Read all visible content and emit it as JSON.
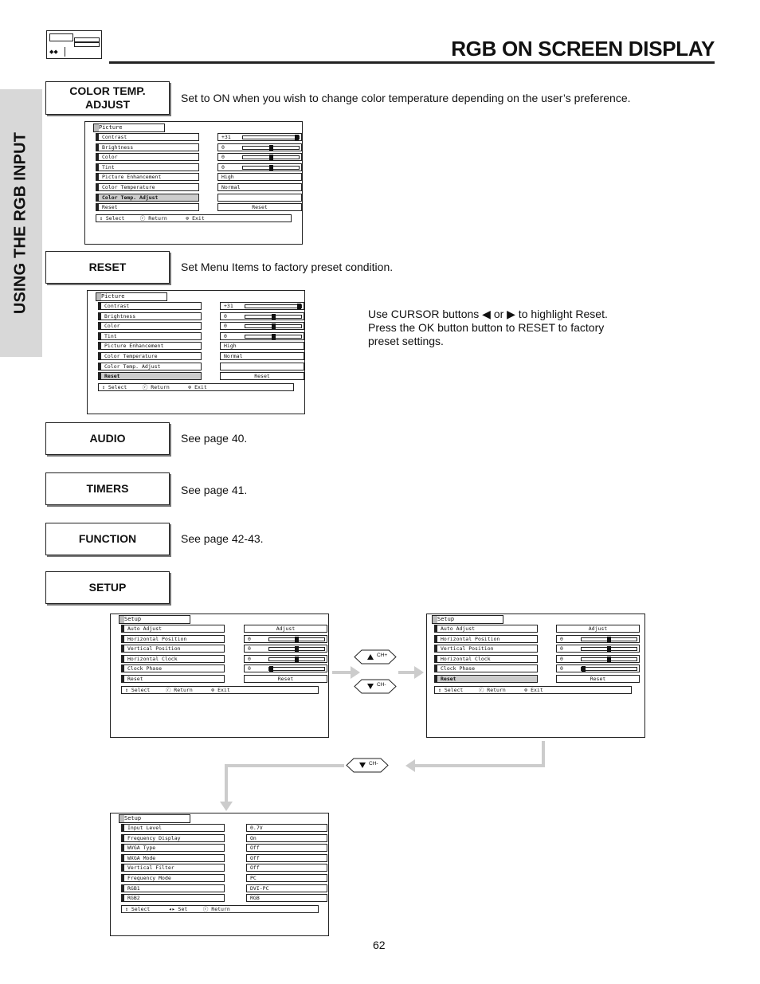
{
  "header": {
    "title": "RGB ON SCREEN DISPLAY",
    "side_tab": "USING THE RGB INPUT"
  },
  "sections": {
    "color_temp": {
      "label_line1": "COLOR TEMP.",
      "label_line2": "ADJUST",
      "desc": "Set to ON when you wish to change color temperature depending on the user’s preference."
    },
    "reset": {
      "label": "RESET",
      "desc": "Set Menu Items to factory preset condition.",
      "note_line1": "Use CURSOR buttons ◀ or ▶ to highlight Reset.",
      "note_line2": "Press the OK button button to RESET to factory",
      "note_line3": "preset settings."
    },
    "audio": {
      "label": "AUDIO",
      "desc": "See page 40."
    },
    "timers": {
      "label": "TIMERS",
      "desc": "See page 41."
    },
    "function": {
      "label": "FUNCTION",
      "desc": "See page 42-43."
    },
    "setup": {
      "label": "SETUP"
    }
  },
  "picture_menu": {
    "title": "Picture",
    "items": [
      {
        "label": "Contrast",
        "value": "+31",
        "level": 1.0
      },
      {
        "label": "Brightness",
        "value": "0",
        "level": 0.5
      },
      {
        "label": "Color",
        "value": "0",
        "level": 0.5
      },
      {
        "label": "Tint",
        "value": "0",
        "level": 0.5
      },
      {
        "label": "Picture Enhancement",
        "value": "High"
      },
      {
        "label": "Color Temperature",
        "value": "Normal"
      },
      {
        "label": "Color Temp. Adjust",
        "value": ""
      },
      {
        "label": "Reset",
        "value": "Reset"
      }
    ],
    "footer": {
      "select": "Select",
      "return": "Return",
      "exit": "Exit"
    }
  },
  "setup_menu": {
    "title": "Setup",
    "items": [
      {
        "label": "Auto Adjust",
        "value": "Adjust"
      },
      {
        "label": "Horizontal Position",
        "value": "0",
        "level": 0.5
      },
      {
        "label": "Vertical Position",
        "value": "0",
        "level": 0.5
      },
      {
        "label": "Horizontal Clock",
        "value": "0",
        "level": 0.5
      },
      {
        "label": "Clock Phase",
        "value": "0",
        "level": 0.0
      },
      {
        "label": "Reset",
        "value": "Reset"
      }
    ],
    "footer": {
      "select": "Select",
      "return": "Return",
      "exit": "Exit"
    }
  },
  "setup_menu2": {
    "title": "Setup",
    "items": [
      {
        "label": "Input Level",
        "value": "0.7V"
      },
      {
        "label": "Frequency Display",
        "value": "On"
      },
      {
        "label": "WVGA Type",
        "value": "Off"
      },
      {
        "label": "WXGA Mode",
        "value": "Off"
      },
      {
        "label": "Vertical Filter",
        "value": "Off"
      },
      {
        "label": "Frequency Mode",
        "value": "PC"
      },
      {
        "label": "RGB1",
        "value": "DVI-PC"
      },
      {
        "label": "RGB2",
        "value": "RGB"
      }
    ],
    "footer": {
      "select": "Select",
      "set": "Set",
      "return": "Return"
    }
  },
  "buttons": {
    "ch_up": "CH+",
    "ch_down": "CH-"
  },
  "page_number": "62"
}
